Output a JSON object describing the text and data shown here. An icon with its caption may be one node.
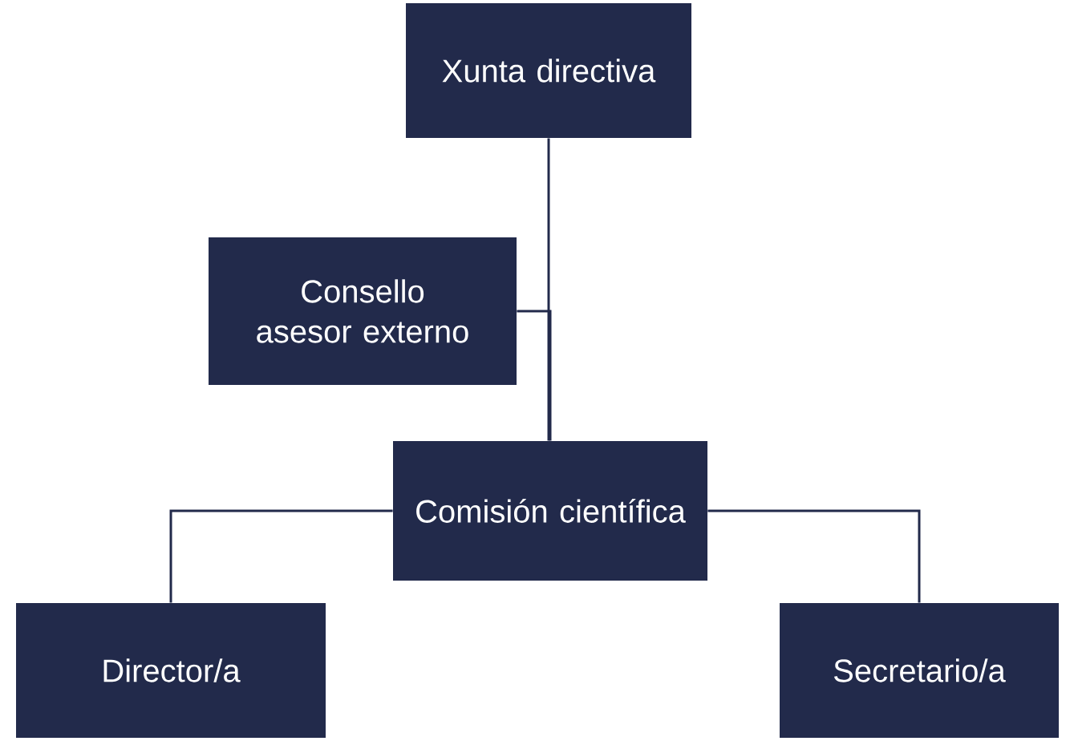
{
  "diagram": {
    "nodes": [
      {
        "text": [
          "Xunta directiva"
        ]
      },
      {
        "text": [
          "Consello asesor externo"
        ]
      },
      {
        "text": [
          "Comisión científica"
        ]
      },
      {
        "text": [
          "Director/a"
        ]
      },
      {
        "text": [
          "Secretario/a"
        ]
      }
    ],
    "edges": [
      {
        "from": 0,
        "to": 2,
        "arrow": "none"
      },
      {
        "from": 1,
        "to": 2,
        "arrow": "none"
      },
      {
        "from": 2,
        "to": 3,
        "arrow": "none"
      },
      {
        "from": 2,
        "to": 4,
        "arrow": "none"
      }
    ]
  }
}
